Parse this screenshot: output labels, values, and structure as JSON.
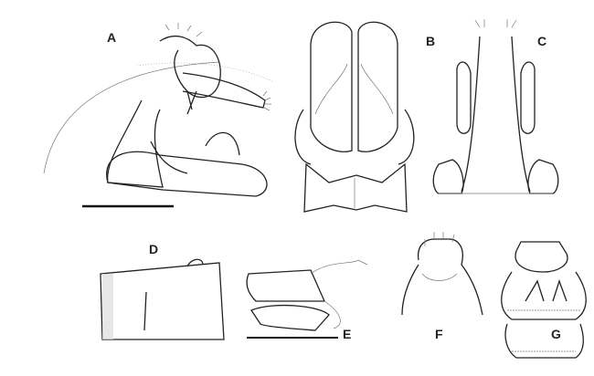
{
  "figure": {
    "panels": [
      {
        "label": "A"
      },
      {
        "label": "B"
      },
      {
        "label": "C"
      },
      {
        "label": "D"
      },
      {
        "label": "E"
      },
      {
        "label": "F"
      },
      {
        "label": "G"
      }
    ]
  }
}
